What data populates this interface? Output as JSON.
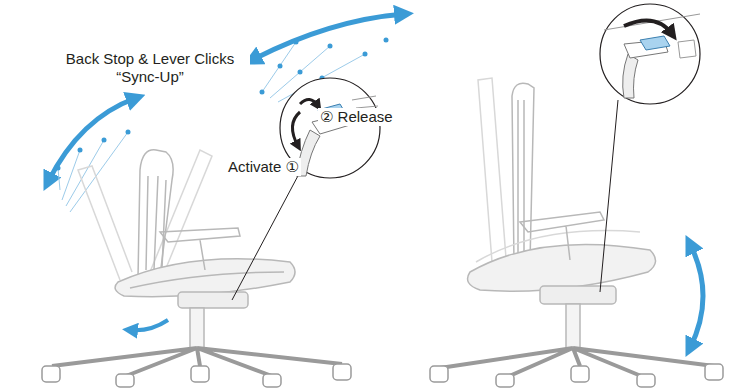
{
  "diagram": {
    "labels": [
      "Back Stop & Lever Clicks “Sync-Up”",
      "Activate ①",
      "② Release"
    ]
  }
}
